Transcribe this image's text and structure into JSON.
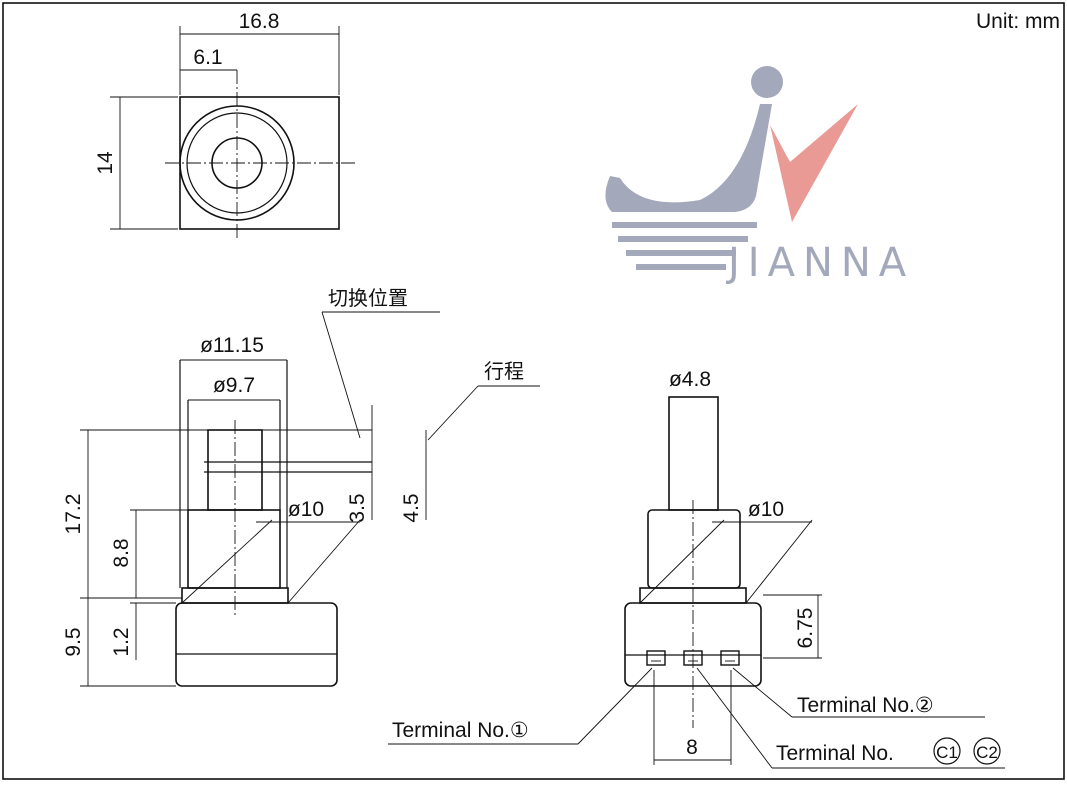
{
  "unit_label": "Unit: mm",
  "watermark": {
    "text": "JIANNA"
  },
  "colors": {
    "line": "#111111",
    "watermark_blue": "#9aa0b4",
    "watermark_red": "#e8908a"
  },
  "dimensions": {
    "top_width": "16.8",
    "top_offset": "6.1",
    "top_height": "14",
    "dia_outer": "ø11.15",
    "dia_inner": "ø9.7",
    "total_height": "17.2",
    "shaft_height": "8.8",
    "body_height": "9.5",
    "flange": "1.2",
    "dia_bush_left": "ø10",
    "switch_travel": "3.5",
    "stroke": "4.5",
    "dia_shaft": "ø4.8",
    "dia_bush_right": "ø10",
    "terminal_height": "6.75",
    "terminal_pitch": "8"
  },
  "labels": {
    "switch_position": "切换位置",
    "stroke": "行程",
    "terminal_1": "Terminal  No.①",
    "terminal_2": "Terminal  No.②",
    "terminal_c_prefix": "Terminal  No.",
    "terminal_c_1": "C1",
    "terminal_c_2": "C2"
  }
}
